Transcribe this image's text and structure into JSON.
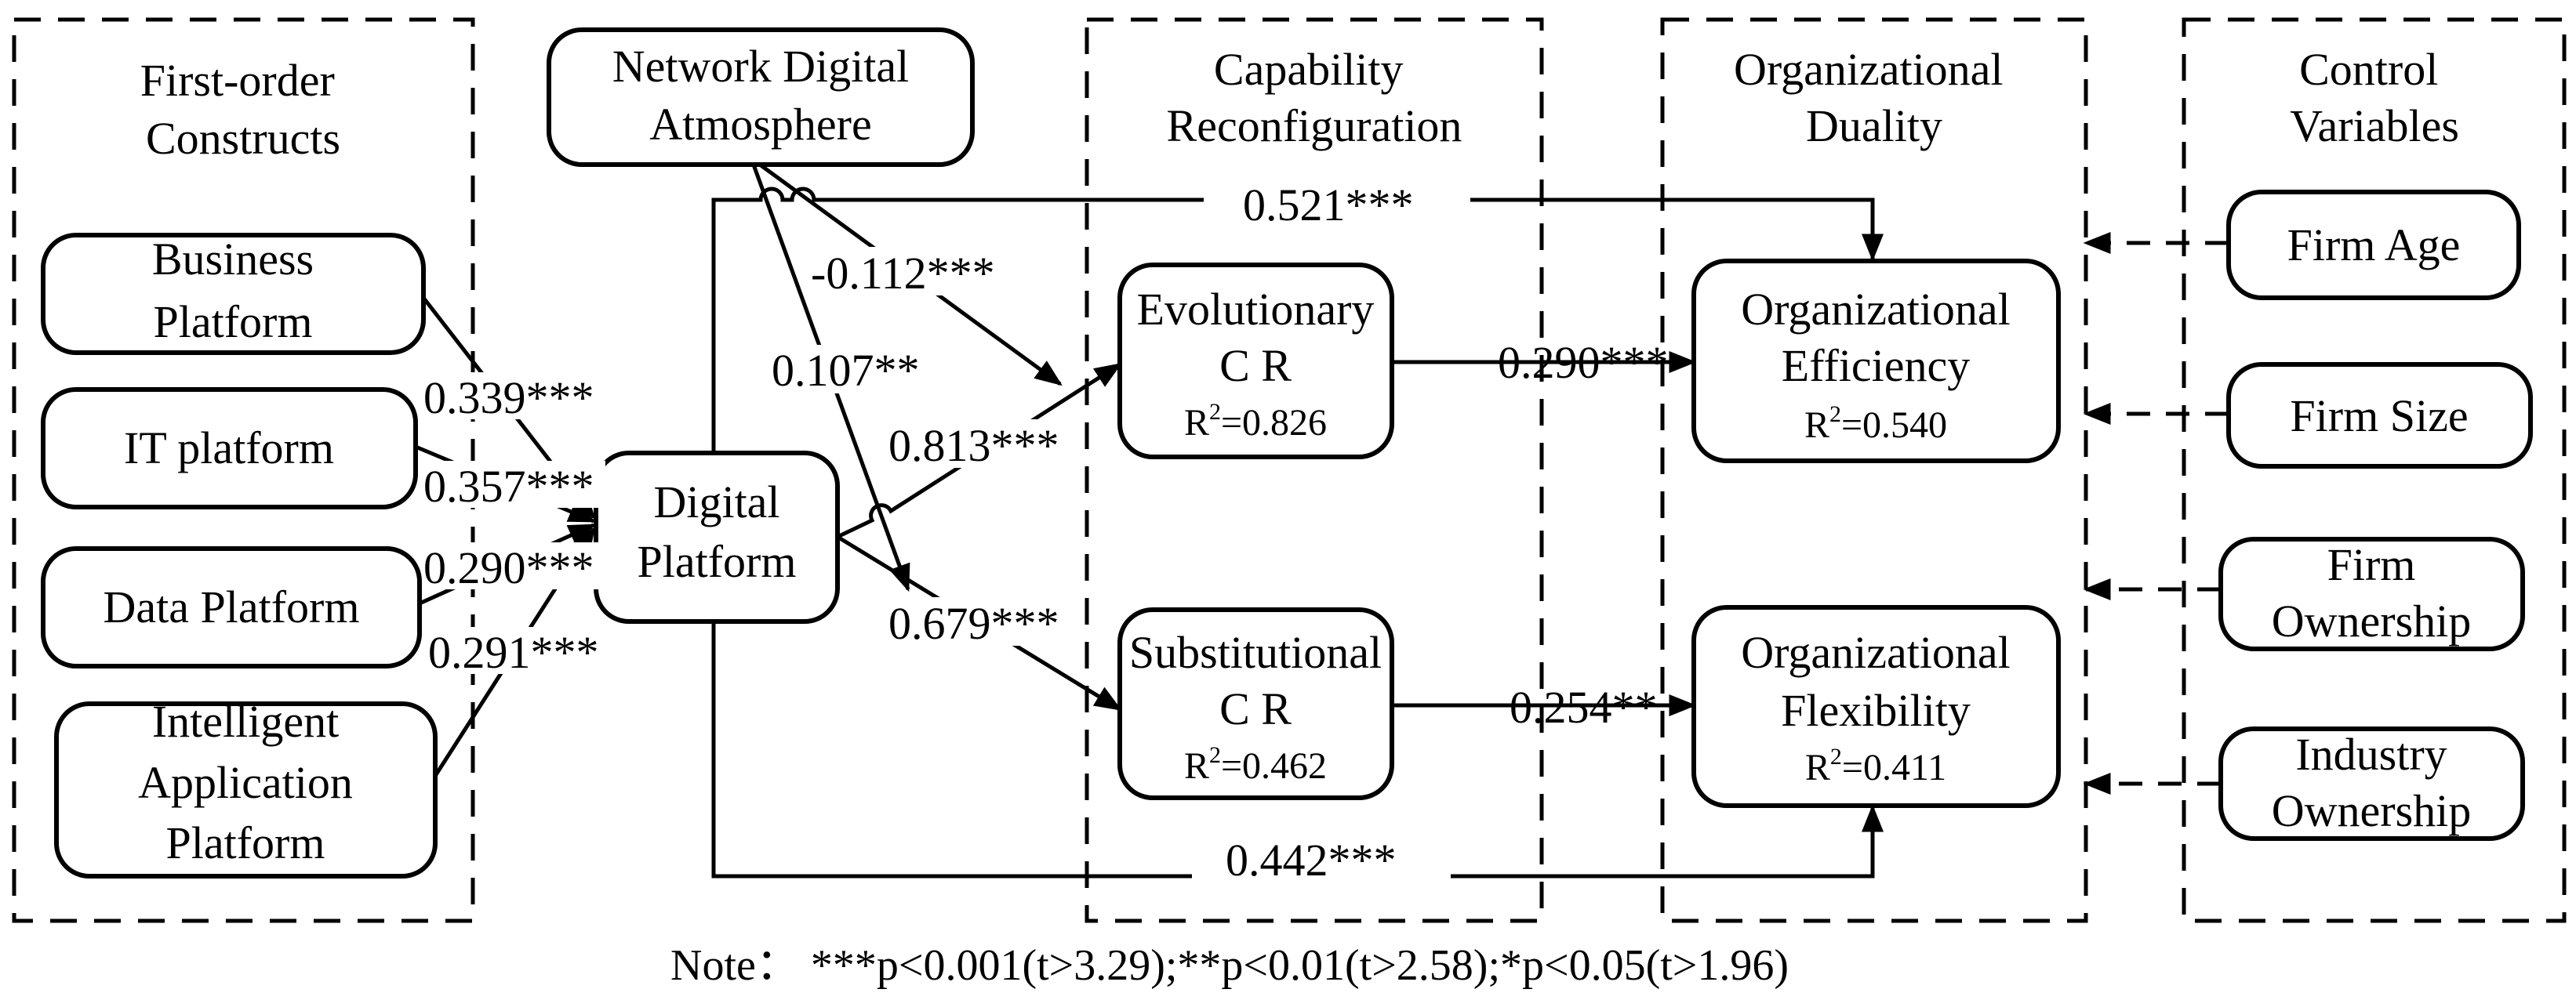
{
  "panels": {
    "first_order": [
      "First-order",
      "Constructs"
    ],
    "capability": [
      "Capability",
      "Reconfiguration"
    ],
    "duality": [
      "Organizational",
      "Duality"
    ],
    "controls": [
      "Control",
      "Variables"
    ]
  },
  "nodes": {
    "business_platform": [
      "Business",
      "Platform"
    ],
    "it_platform": [
      "IT platform"
    ],
    "data_platform": [
      "Data Platform"
    ],
    "intelligent_platform": [
      "Intelligent",
      "Application",
      "Platform"
    ],
    "network_atmosphere": [
      "Network Digital",
      "Atmosphere"
    ],
    "digital_platform": [
      "Digital",
      "Platform"
    ],
    "evolutionary_cr": {
      "lines": [
        "Evolutionary",
        "C R"
      ],
      "r2": "0.826"
    },
    "substitutional_cr": {
      "lines": [
        "Substitutional",
        "C R"
      ],
      "r2": "0.462"
    },
    "org_efficiency": {
      "lines": [
        "Organizational",
        "Efficiency"
      ],
      "r2": "0.540"
    },
    "org_flexibility": {
      "lines": [
        "Organizational",
        "Flexibility"
      ],
      "r2": "0.411"
    },
    "firm_age": [
      "Firm Age"
    ],
    "firm_size": [
      "Firm Size"
    ],
    "firm_ownership": [
      "Firm",
      "Ownership"
    ],
    "industry_ownership": [
      "Industry",
      "Ownership"
    ]
  },
  "r2_prefix": "R",
  "r2_sup": "2",
  "r2_eq": "=",
  "paths": {
    "business_to_dp": "0.339***",
    "it_to_dp": "0.357***",
    "data_to_dp": "0.290***",
    "intelligent_to_dp": "0.291***",
    "dp_to_evolutionary": "0.813***",
    "dp_to_substitutional": "0.679***",
    "nda_moderates_evolutionary": "-0.112***",
    "nda_moderates_substitutional": "0.107**",
    "evolutionary_to_efficiency": "0.290***",
    "substitutional_to_flexibility": "0.254**",
    "dp_to_efficiency": "0.521***",
    "dp_to_flexibility": "0.442***"
  },
  "note": "Note：  ***p<0.001(t>3.29);**p<0.01(t>2.58);*p<0.05(t>1.96)"
}
